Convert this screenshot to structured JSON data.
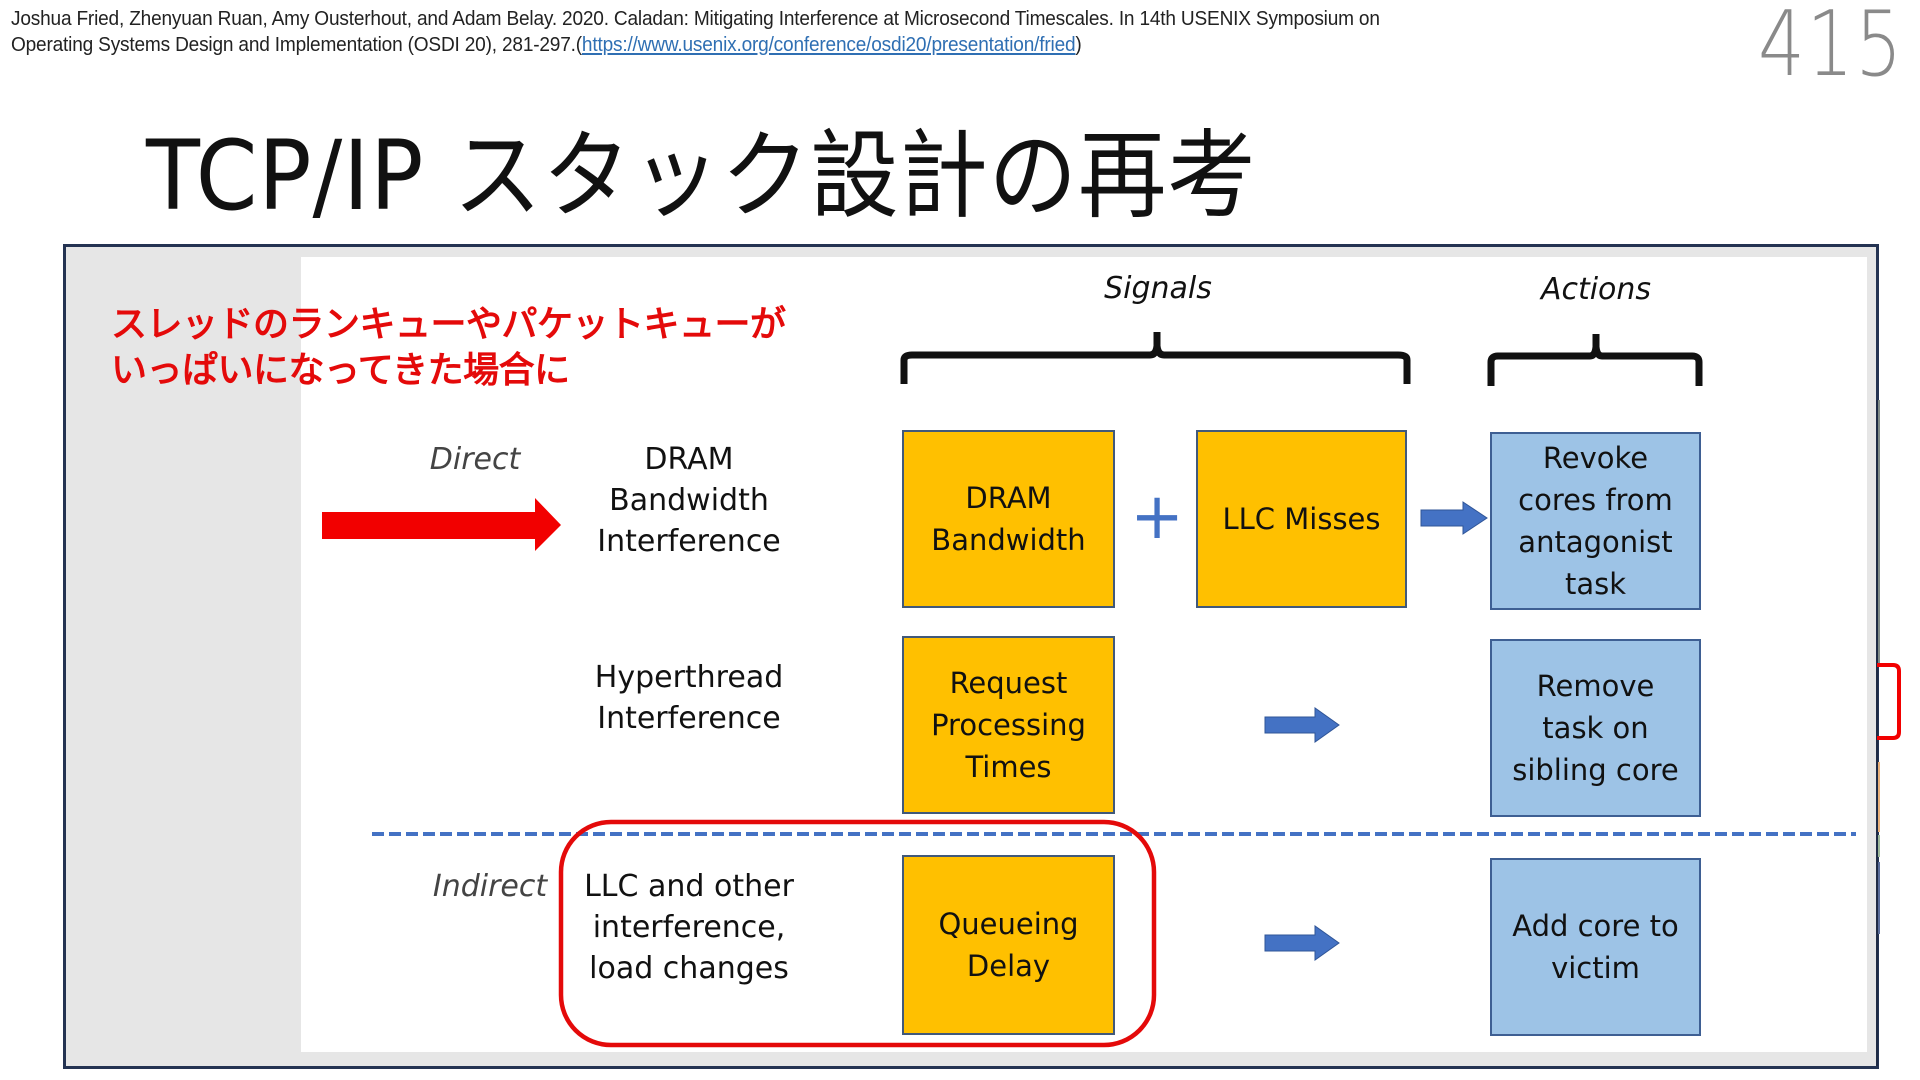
{
  "citation": {
    "line1": "Joshua Fried, Zhenyuan Ruan, Amy Ousterhout, and Adam Belay. 2020. Caladan: Mitigating Interference at Microsecond Timescales. In 14th USENIX Symposium on",
    "line2_prefix": "Operating Systems Design and Implementation (OSDI 20), 281-297.(",
    "link_text": "https://www.usenix.org/conference/osdi20/presentation/fried",
    "line2_suffix": ")"
  },
  "page_number": "415",
  "title": "TCP/IP スタック設計の再考",
  "note": {
    "line1": "スレッドのランキューやパケットキューが",
    "line2": "いっぱいになってきた場合に",
    "color": "#E40A0A"
  },
  "diagram": {
    "headers": {
      "signals": "Signals",
      "actions": "Actions"
    },
    "categories": {
      "direct": "Direct",
      "indirect": "Indirect"
    },
    "rows": [
      {
        "interference": [
          "DRAM",
          "Bandwidth",
          "Interference"
        ],
        "signals": [
          "DRAM\nBandwidth",
          "LLC Misses"
        ],
        "combiner": "+",
        "action": "Revoke\ncores from\nantagonist\ntask"
      },
      {
        "interference": [
          "Hyperthread",
          "Interference"
        ],
        "signals": [
          "Request\nProcessing\nTimes"
        ],
        "action": "Remove\ntask on\nsibling core"
      },
      {
        "interference": [
          "LLC and other",
          "interference,",
          "load changes"
        ],
        "signals": [
          "Queueing\nDelay"
        ],
        "action": "Add core to\nvictim"
      }
    ],
    "colors": {
      "signal_fill": "#FFC000",
      "action_fill": "#9DC3E6",
      "arrow_blue": "#4472C4",
      "highlight_red": "#E40A0A"
    }
  }
}
